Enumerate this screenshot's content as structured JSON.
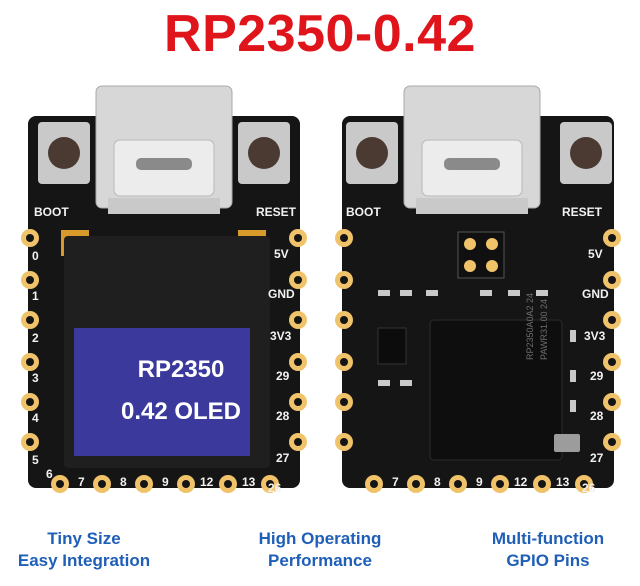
{
  "title": "RP2350-0.42",
  "colors": {
    "title": "#e0141b",
    "caption": "#1f5fb7",
    "pcb": "#151515",
    "pad": "#f0c36a",
    "oled": "#3b3a9c"
  },
  "front": {
    "buttons": {
      "left": "BOOT",
      "right": "RESET"
    },
    "left_pins": [
      "0",
      "1",
      "2",
      "3",
      "4",
      "5",
      "6"
    ],
    "right_pins": [
      "5V",
      "GND",
      "3V3",
      "29",
      "28",
      "27"
    ],
    "bottom_pins": [
      "7",
      "8",
      "9",
      "12",
      "13",
      "26"
    ],
    "oled_line1": "RP2350",
    "oled_line2": "0.42 OLED"
  },
  "back": {
    "buttons": {
      "left": "BOOT",
      "right": "RESET"
    },
    "right_pins": [
      "5V",
      "GND",
      "3V3",
      "29",
      "28",
      "27"
    ],
    "bottom_pins": [
      "7",
      "8",
      "9",
      "12",
      "13",
      "26"
    ],
    "chip_text_1": "RP2350A0A2 24",
    "chip_text_2": "PAWR31.00 24"
  },
  "captions": [
    {
      "line1": "Tiny Size",
      "line2": "Easy Integration"
    },
    {
      "line1": "High Operating",
      "line2": "Performance"
    },
    {
      "line1": "Multi-function",
      "line2": "GPIO Pins"
    }
  ]
}
